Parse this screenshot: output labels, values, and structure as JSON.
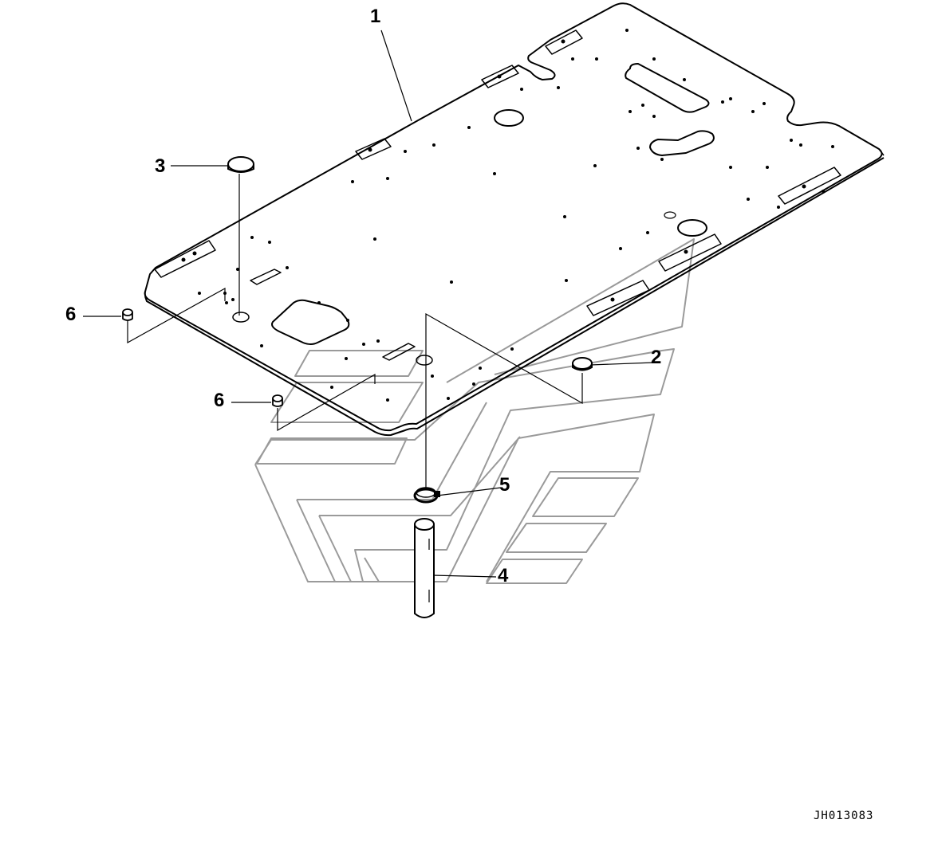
{
  "drawing": {
    "callouts": [
      {
        "id": "callout-1",
        "label": "1"
      },
      {
        "id": "callout-2",
        "label": "2"
      },
      {
        "id": "callout-3",
        "label": "3"
      },
      {
        "id": "callout-4",
        "label": "4"
      },
      {
        "id": "callout-5",
        "label": "5"
      },
      {
        "id": "callout-6-upper",
        "label": "6"
      },
      {
        "id": "callout-6-lower",
        "label": "6"
      }
    ],
    "drawing_code": "JH013083",
    "colors": {
      "line": "#000000",
      "background_part": "#9a9a9a",
      "paper": "#ffffff"
    }
  }
}
